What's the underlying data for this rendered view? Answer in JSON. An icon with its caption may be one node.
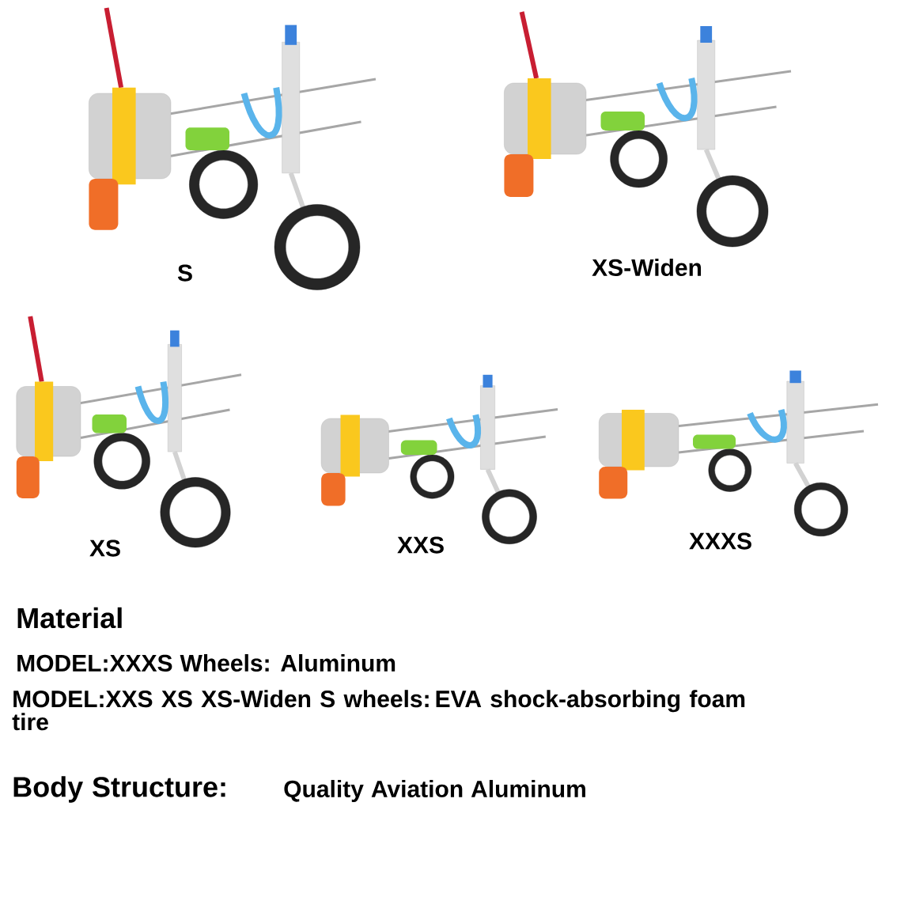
{
  "diagram": {
    "labels": [
      "S",
      "XS-Widen",
      "XS",
      "XXS",
      "XXXS",
      "Material",
      "MODEL:XXXS  Wheels: Aluminum",
      "MODEL:XXS XS XS-Widen S    wheels: EVA shock-absorbing foam tire",
      "Body Structure:",
      "Quality Aviation Aluminum"
    ]
  }
}
